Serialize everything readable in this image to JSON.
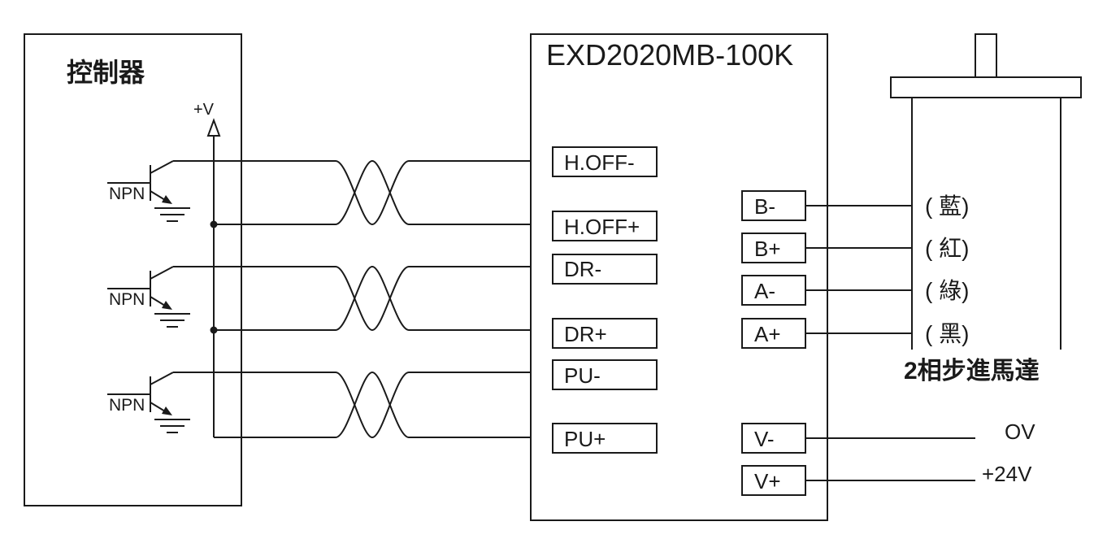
{
  "controller": {
    "title": "控制器",
    "supply_label": "+V",
    "transistors": [
      {
        "label": "NPN"
      },
      {
        "label": "NPN"
      },
      {
        "label": "NPN"
      }
    ]
  },
  "driver": {
    "title": "EXD2020MB-100K",
    "input_terminals": [
      "H.OFF-",
      "H.OFF+",
      "DR-",
      "DR+",
      "PU-",
      "PU+"
    ],
    "motor_terminals": [
      "B-",
      "B+",
      "A-",
      "A+"
    ],
    "power_terminals": [
      "V-",
      "V+"
    ]
  },
  "motor": {
    "title": "2相步進馬達",
    "wire_colors": [
      "( 藍)",
      "( 紅)",
      "( 綠)",
      "( 黑)"
    ]
  },
  "power": {
    "v_minus_label": "OV",
    "v_plus_label": "+24V"
  }
}
